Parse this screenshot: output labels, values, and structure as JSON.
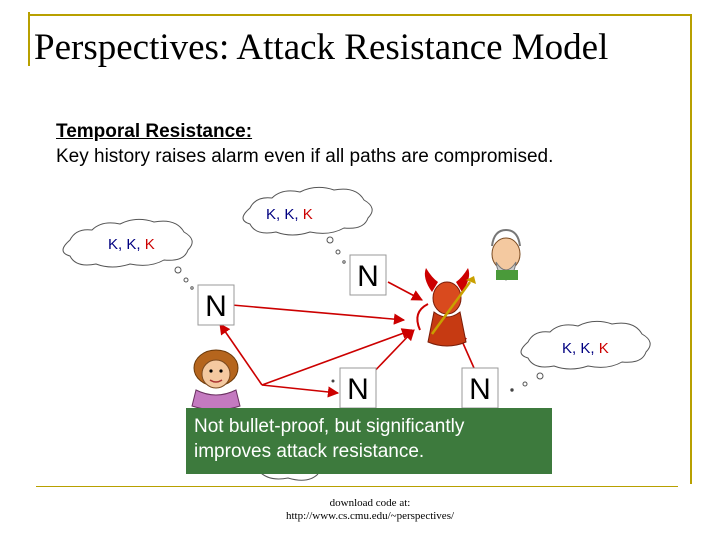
{
  "slide": {
    "title": "Perspectives: Attack Resistance Model",
    "subtitle": "Temporal Resistance:",
    "description": "Key history raises alarm even if all paths are compromised.",
    "caption": "Not bullet-proof, but significantly improves attack resistance.",
    "footer_line1": "download code at:",
    "footer_line2": "http://www.cs.cmu.edu/~perspectives/"
  },
  "diagram": {
    "notary_label": "N",
    "key_first": "K",
    "key_sep": ", ",
    "key_bad": "K",
    "colors": {
      "key_normal": "#000080",
      "key_bad": "#cc0000",
      "arrow": "#cc0000",
      "caption_bg": "#3d7a3d"
    }
  }
}
